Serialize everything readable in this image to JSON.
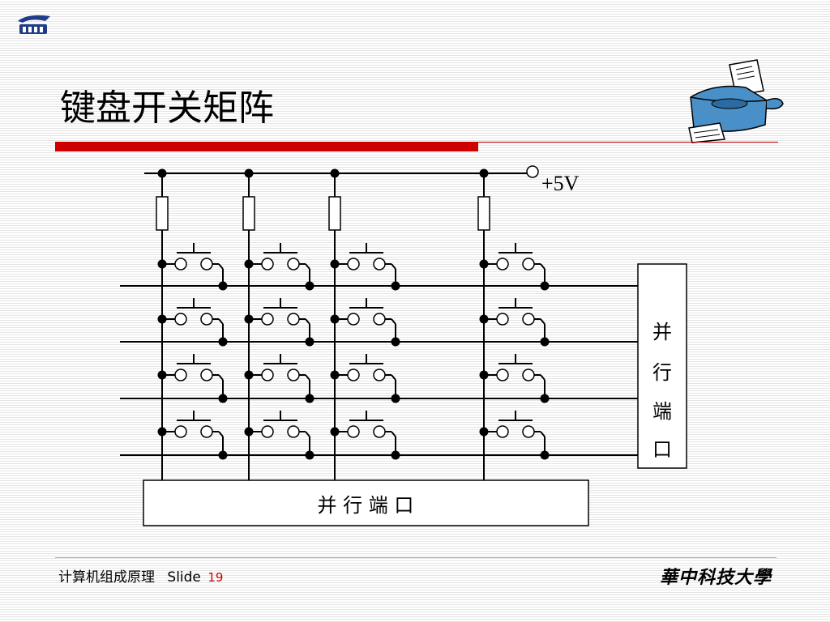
{
  "slide": {
    "title": "键盘开关矩阵"
  },
  "diagram": {
    "supply_label": "+5V",
    "right_port_chars": [
      "并",
      "行",
      "端",
      "口"
    ],
    "bottom_port_label": "并 行 端 口"
  },
  "footer": {
    "course": "计算机组成原理",
    "slide_word": "Slide",
    "slide_number": "19",
    "university": "華中科技大學"
  },
  "colors": {
    "accent_red": "#cc0000",
    "printer_blue": "#4a90c8"
  }
}
